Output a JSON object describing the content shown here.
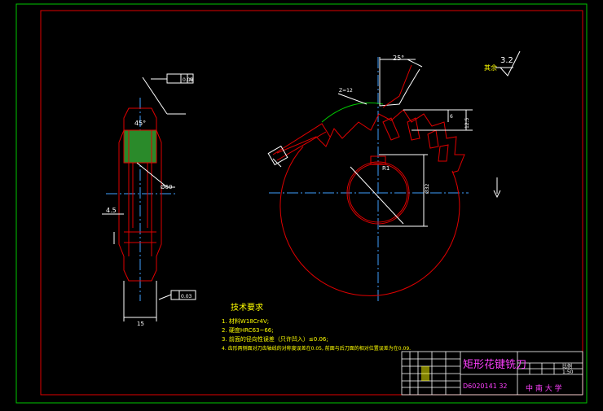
{
  "title_block": {
    "drawing_name": "矩形花键铣刀",
    "drawing_number": "D6020141 32",
    "school": "中  南  大  学",
    "scale_header": "比例",
    "scale_value": "1:50"
  },
  "tech_requirements": {
    "heading": "技术要求",
    "items": [
      "1. 材料W18Cr4V;",
      "2. 硬度HRC63~66;",
      "3. 前面的径向性误差（只许凹入）≤0.06;",
      "4. 齿形两侧面对刀齿轴线的对称度误差在0.05, 前面与后刀面的相对位置误差为在0.09."
    ]
  },
  "surface_roughness": {
    "prefix": "其余",
    "value": "3.2"
  },
  "dimensions": {
    "angle_top": "25°",
    "z": "Z=12",
    "radius": "R1",
    "bore": "Ø32",
    "width_15": "15",
    "side_45": "4.5",
    "dim_60": "Ø60",
    "dim_6": "6",
    "dim_12": "12.5",
    "small_box": "0.03",
    "datum": "A"
  },
  "colors": {
    "background": "#000000",
    "border": "#00c800",
    "geometry": "#e00000",
    "dims": "#ffffff",
    "center": "#3fa0ff",
    "text": "#ffff00",
    "title_text": "#ff40ff"
  }
}
